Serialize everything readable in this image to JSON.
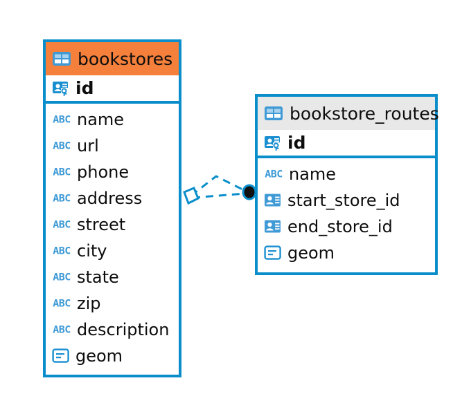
{
  "diagram": {
    "kind": "entity-relationship-diagram",
    "background": "#ffffff",
    "accent_border": "#0a8ecb",
    "header_accent_orange": "#f4803c",
    "header_accent_gray": "#e8e8e8",
    "icon_blue": "#3f9ad6",
    "text_color": "#0d0d0d"
  },
  "entities": [
    {
      "name": "bookstores",
      "header_style": "accent-orange",
      "header_icon": "table-icon",
      "primary_key": {
        "label": "id",
        "icon": "primary-key-icon"
      },
      "columns": [
        {
          "label": "name",
          "icon": "text-type-icon"
        },
        {
          "label": "url",
          "icon": "text-type-icon"
        },
        {
          "label": "phone",
          "icon": "text-type-icon"
        },
        {
          "label": "address",
          "icon": "text-type-icon"
        },
        {
          "label": "street",
          "icon": "text-type-icon"
        },
        {
          "label": "city",
          "icon": "text-type-icon"
        },
        {
          "label": "state",
          "icon": "text-type-icon"
        },
        {
          "label": "zip",
          "icon": "text-type-icon"
        },
        {
          "label": "description",
          "icon": "text-type-icon"
        },
        {
          "label": "geom",
          "icon": "geometry-type-icon"
        }
      ]
    },
    {
      "name": "bookstore_routes",
      "header_style": "accent-gray",
      "header_icon": "table-icon",
      "primary_key": {
        "label": "id",
        "icon": "primary-key-icon"
      },
      "columns": [
        {
          "label": "name",
          "icon": "text-type-icon"
        },
        {
          "label": "start_store_id",
          "icon": "foreign-key-icon"
        },
        {
          "label": "end_store_id",
          "icon": "foreign-key-icon"
        },
        {
          "label": "geom",
          "icon": "geometry-type-icon"
        }
      ]
    }
  ],
  "relationship": {
    "style": "dashed",
    "color": "#0a8ecb",
    "source_marker": "diamond-marker",
    "target_marker": "filled-circle-marker",
    "source_entity": "bookstores",
    "target_entity": "bookstore_routes"
  }
}
